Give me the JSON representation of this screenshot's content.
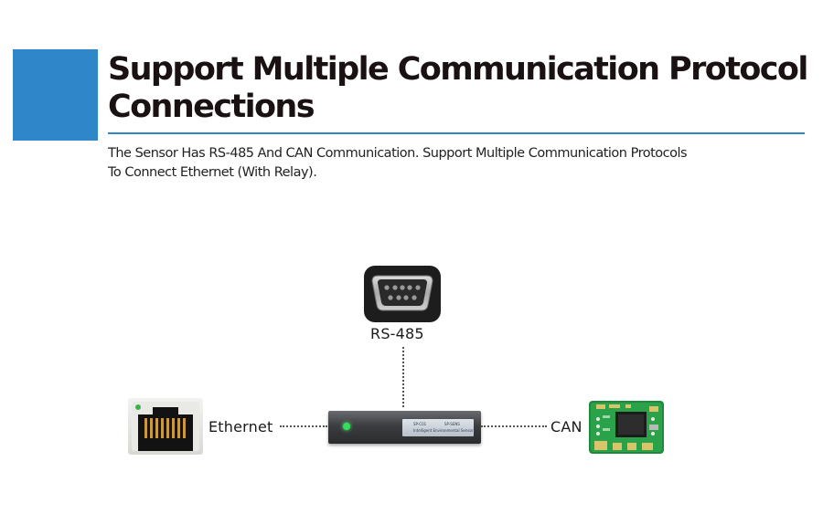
{
  "header": {
    "title_line1": "Support Multiple Communication Protocol",
    "title_line2": "Connections",
    "subtitle_line1": "The Sensor Has RS-485 And CAN Communication. Support Multiple Communication Protocols",
    "subtitle_line2": "To Connect Ethernet (With Relay).",
    "accent_color": "#2f86c9"
  },
  "diagram": {
    "rs485_label": "RS-485",
    "ethernet_label": "Ethernet",
    "can_label": "CAN",
    "device_plate": {
      "model": "SP-C01",
      "code": "SP-SENS",
      "name": "Intelligent Environmental Sensor"
    },
    "icons": [
      "db9-connector-icon",
      "rj45-port-icon",
      "pcb-board-icon",
      "sensor-device"
    ]
  }
}
